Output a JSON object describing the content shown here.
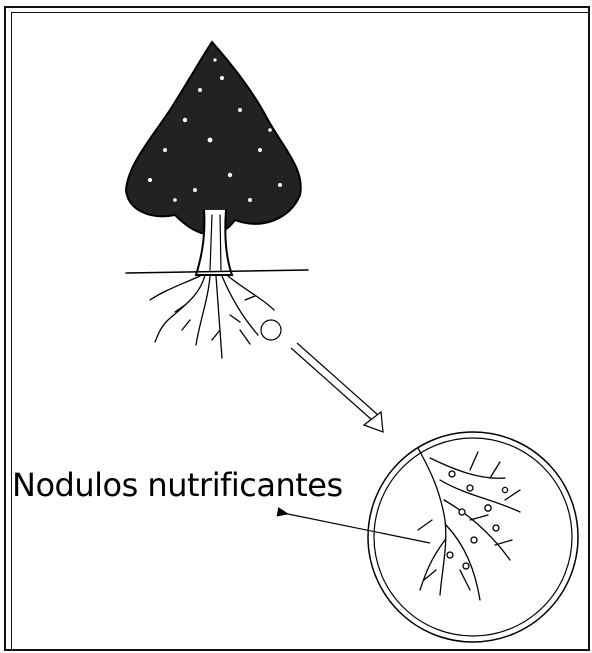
{
  "diagram": {
    "label_text": "Nodulos nutrificantes",
    "icons": {
      "tree": "tree-illustration",
      "zoom": "magnify-circle",
      "roots": "root-nodule-illustration"
    }
  }
}
